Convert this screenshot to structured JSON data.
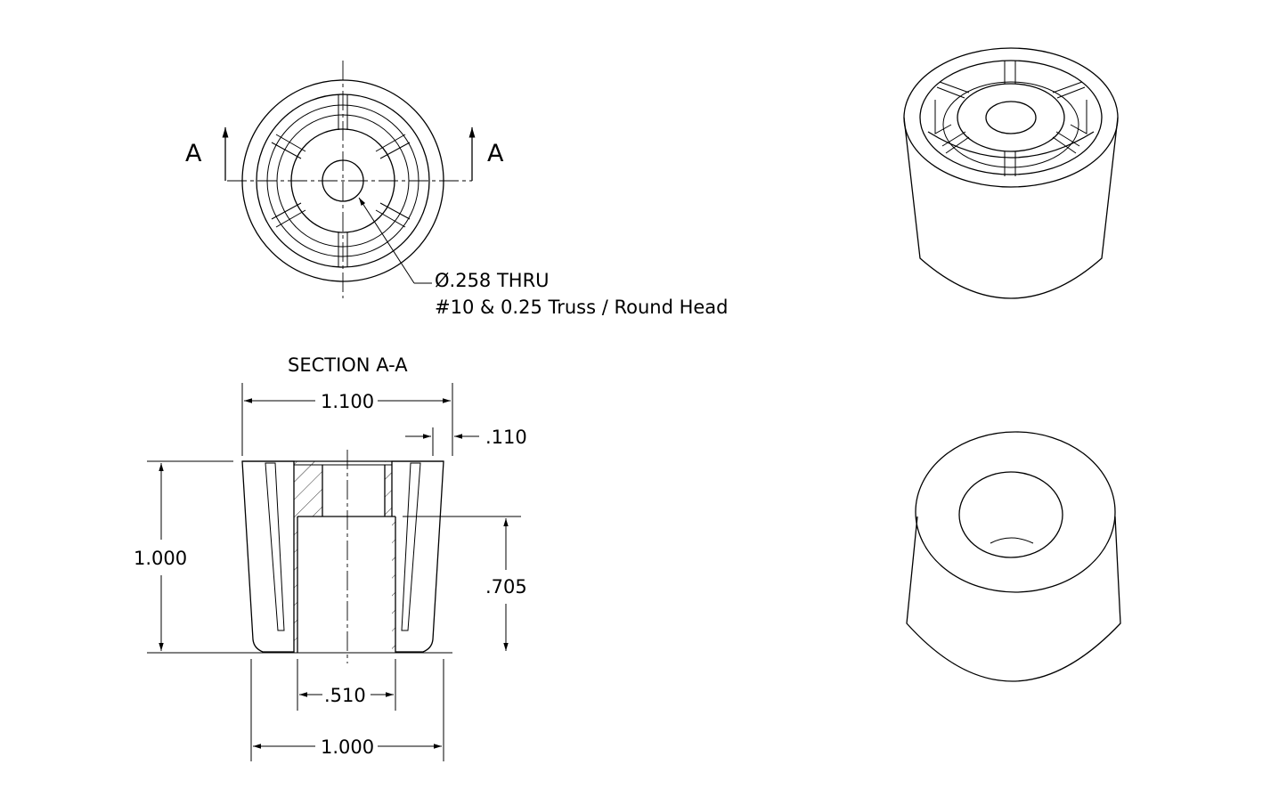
{
  "section_markers": {
    "left": "A",
    "right": "A"
  },
  "section_title": "SECTION A-A",
  "hole_callout": {
    "line1": "Ø.258 THRU",
    "line2": "#10 & 0.25 Truss / Round Head"
  },
  "dimensions": {
    "top_width": "1.100",
    "wall": ".110",
    "height": "1.000",
    "bore_depth": ".705",
    "bore_width": ".510",
    "base_width": "1.000"
  }
}
